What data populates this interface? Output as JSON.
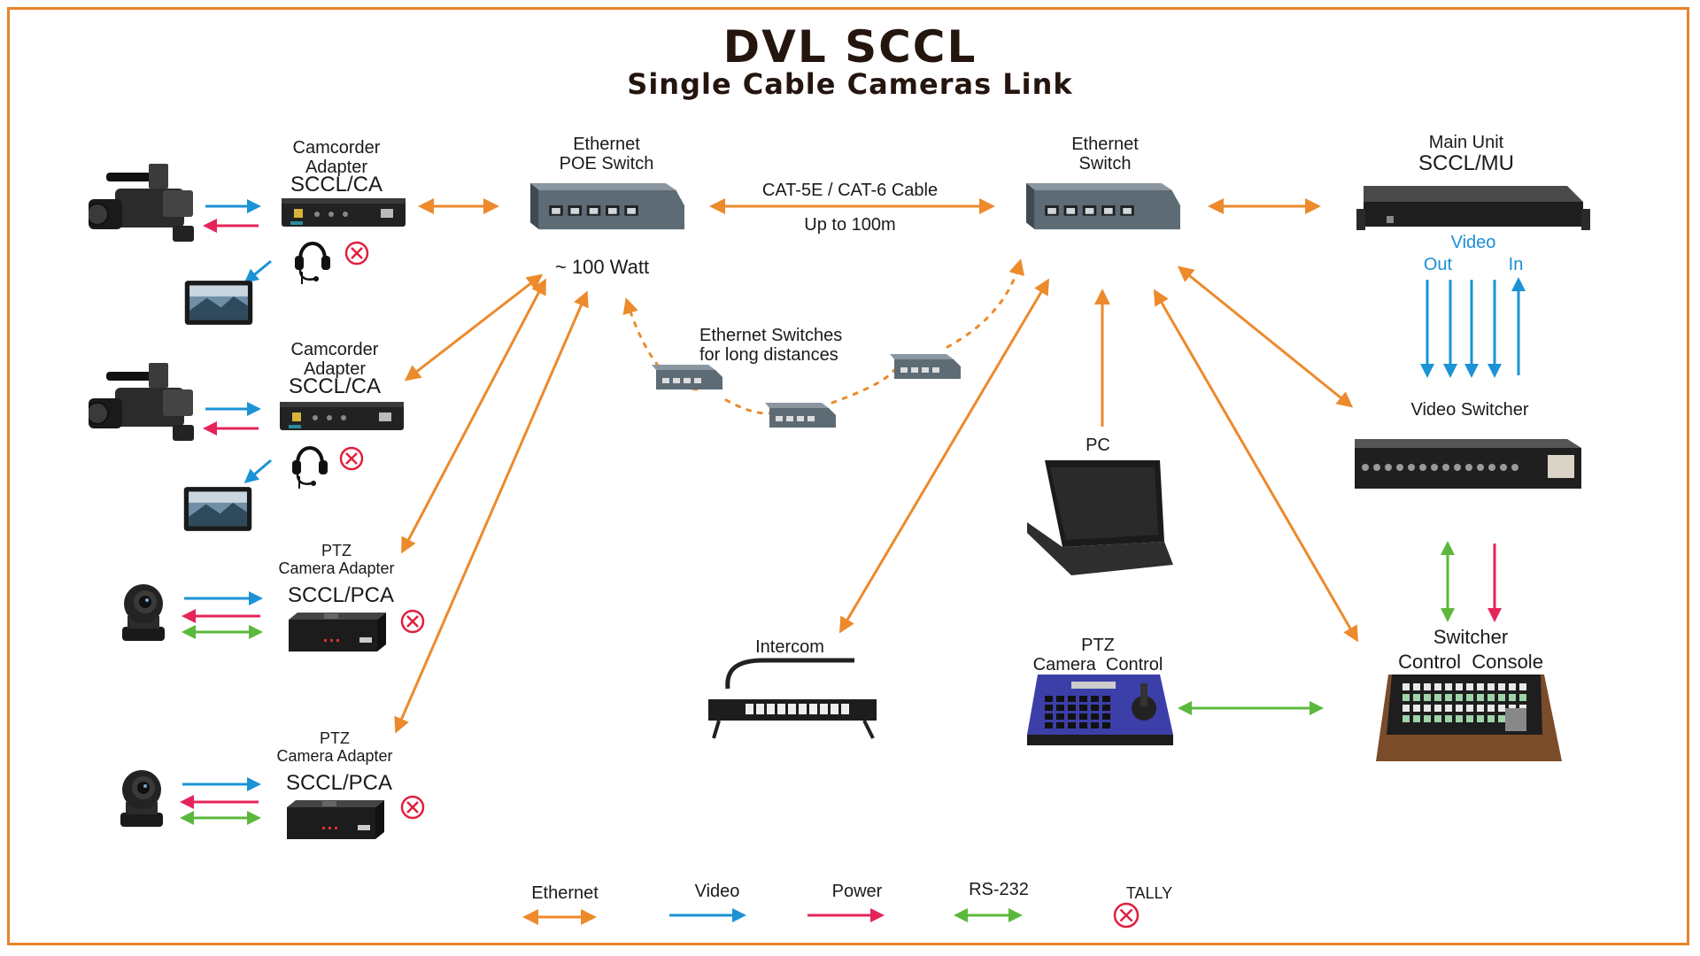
{
  "title": "DVL SCCL",
  "subtitle": "Single Cable Cameras Link",
  "colors": {
    "ethernet": "#ec8a2c",
    "video": "#1b93d6",
    "power": "#e5245a",
    "rs232": "#5cb83c",
    "tally": "#e01f3d",
    "frame": "#e8832a"
  },
  "labels": {
    "camcorder_adapter_1": [
      "Camcorder",
      "Adapter"
    ],
    "camcorder_adapter_1_model": "SCCL/CA",
    "camcorder_adapter_2": [
      "Camcorder",
      "Adapter"
    ],
    "camcorder_adapter_2_model": "SCCL/CA",
    "ptz_adapter_1": [
      "PTZ",
      "Camera Adapter"
    ],
    "ptz_adapter_1_model": "SCCL/PCA",
    "ptz_adapter_2": [
      "PTZ",
      "Camera Adapter"
    ],
    "ptz_adapter_2_model": "SCCL/PCA",
    "poe_switch": [
      "Ethernet",
      "POE Switch"
    ],
    "poe_watt": "~ 100 Watt",
    "cable_type": "CAT-5E / CAT-6 Cable",
    "cable_distance": "Up to 100m",
    "long_distance": [
      "Ethernet Switches",
      "for long distances"
    ],
    "ethernet_switch": [
      "Ethernet",
      "Switch"
    ],
    "main_unit": "Main Unit",
    "main_unit_model": "SCCL/MU",
    "video": "Video",
    "video_out": "Out",
    "video_in": "In",
    "video_switcher": "Video Switcher",
    "pc": "PC",
    "intercom": "Intercom",
    "ptz_control": [
      "PTZ",
      "Camera  Control"
    ],
    "switcher_console": [
      "Switcher",
      "Control  Console"
    ]
  },
  "legend": [
    {
      "label": "Ethernet",
      "kind": "ethernet"
    },
    {
      "label": "Video",
      "kind": "video"
    },
    {
      "label": "Power",
      "kind": "power"
    },
    {
      "label": "RS-232",
      "kind": "rs232"
    },
    {
      "label": "TALLY",
      "kind": "tally"
    }
  ],
  "icons": [
    "camcorder-icon",
    "monitor-icon",
    "headset-icon",
    "tally-icon",
    "ptz-camera-icon",
    "network-switch-icon",
    "rack-unit-icon",
    "laptop-icon",
    "intercom-icon",
    "ptz-controller-icon",
    "switcher-console-icon",
    "video-switcher-icon"
  ]
}
